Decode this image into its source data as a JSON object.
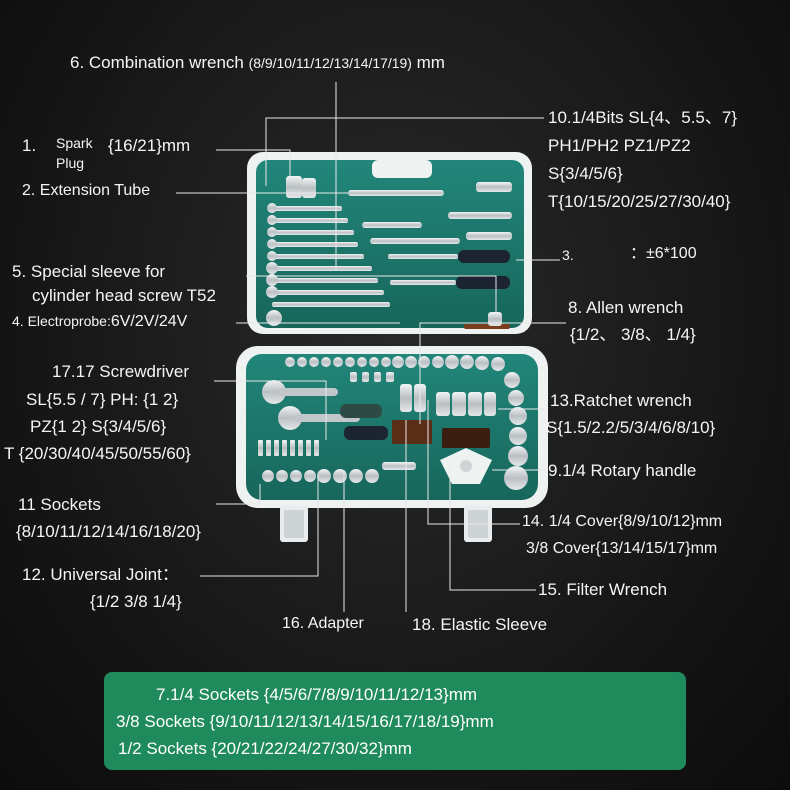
{
  "labels": {
    "combination_wrench": {
      "prefix": "6. Combination wrench",
      "sizes": "(8/9/10/11/12/13/14/17/19)",
      "unit": "mm"
    },
    "bits": {
      "line1": "10.1/4Bits  SL{4、5.5、7}",
      "line2": "PH1/PH2  PZ1/PZ2",
      "line3": "S{3/4/5/6}",
      "line4": "T{10/15/20/25/27/30/40}"
    },
    "spark_plug": {
      "num": "1.",
      "name_line1": "Spark",
      "name_line2": "Plug",
      "sizes": "{16/21}mm"
    },
    "extension_tube": "2. Extension Tube",
    "item3": {
      "num": "3.",
      "value": "：±6*100"
    },
    "special_sleeve": {
      "line1": "5. Special sleeve for",
      "line2": "cylinder head screw T52"
    },
    "electroprobe": {
      "name": "4. Electroprobe:",
      "value": "6V/2V/24V"
    },
    "allen_wrench": {
      "line1": "8. Allen wrench",
      "line2": "{1/2、 3/8、 1/4}"
    },
    "screwdriver": {
      "title": "17.17 Screwdriver",
      "line1": "SL{5.5 / 7}  PH: {1  2}",
      "line2": "PZ{1  2}   S{3/4/5/6}",
      "line3": "T {20/30/40/45/50/55/60}"
    },
    "ratchet_wrench": {
      "line1": "13.Ratchet wrench",
      "line2": "S{1.5/2.2/5/3/4/6/8/10}"
    },
    "rotary_handle": "9.1/4 Rotary handle",
    "sockets11": {
      "title": "11  Sockets",
      "sizes": "{8/10/11/12/14/16/18/20}"
    },
    "cover": {
      "line1": "14. 1/4 Cover{8/9/10/12}mm",
      "line2": "3/8 Cover{13/14/15/17}mm"
    },
    "universal_joint": {
      "title": "12.  Universal Joint：",
      "sizes": "{1/2  3/8   1/4}"
    },
    "filter_wrench": "15. Filter Wrench",
    "adapter": "16. Adapter",
    "elastic_sleeve": "18. Elastic Sleeve"
  },
  "banner": {
    "row1": "7.1/4 Sockets {4/5/6/7/8/9/10/11/12/13}mm",
    "row2": "3/8 Sockets {9/10/11/12/13/14/15/16/17/18/19}mm",
    "row3": "1/2 Sockets {20/21/22/24/27/30/32}mm"
  },
  "colors": {
    "case": "#1d7a6c",
    "case_dark": "#165c52",
    "case_rim": "#e6ecea",
    "banner": "#1f8a5c",
    "chrome": "#c9ced2",
    "leader": "#e8e8e8"
  }
}
